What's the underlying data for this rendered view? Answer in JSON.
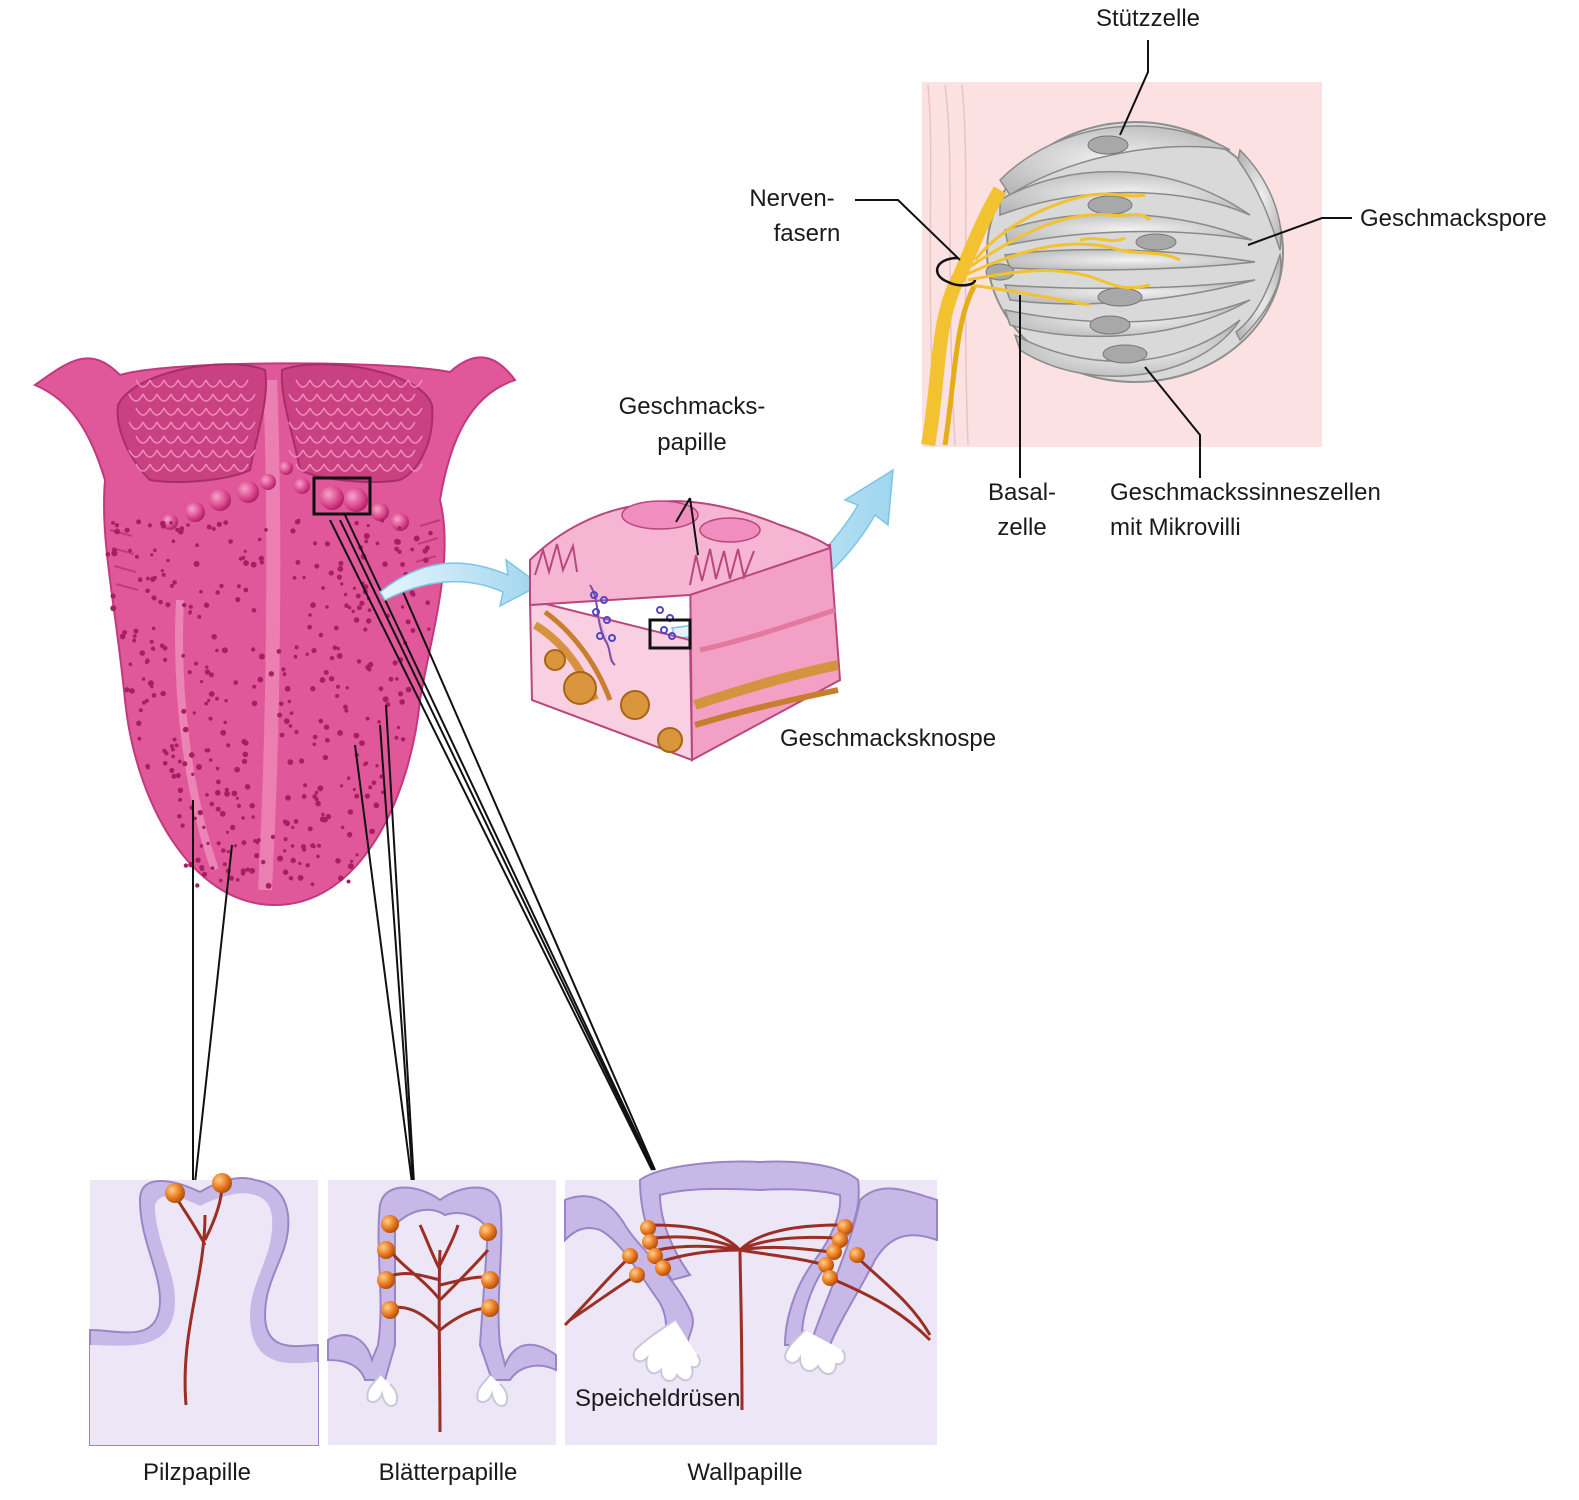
{
  "labels": {
    "stuetzzelle": "Stützzelle",
    "nervenfasern_1": "Nerven-",
    "nervenfasern_2": "fasern",
    "geschmackspore": "Geschmackspore",
    "basalzelle_1": "Basal-",
    "basalzelle_2": "zelle",
    "sinneszellen_1": "Geschmackssinneszellen",
    "sinneszellen_2": "mit Mikrovilli",
    "geschmackspapille_1": "Geschmacks-",
    "geschmackspapille_2": "papille",
    "geschmacksknospe": "Geschmacksknospe",
    "speicheldruesen": "Speicheldrüsen",
    "pilzpapille": "Pilzpapille",
    "blaetterpapille": "Blätterpapille",
    "wallpapille": "Wallpapille"
  },
  "colors": {
    "tongue": "#e0589a",
    "tongue_dark": "#c23a7c",
    "papilla_pink": "#f4b6d3",
    "lilac": "#c8b8e8",
    "lilac_bg": "#ece6f6",
    "nerve_red": "#9b2f24",
    "bud_orange": "#e8761d",
    "nerve_yellow": "#f2c230",
    "cell_gray": "#c9c9c9",
    "arrow_blue": "#a9dcf2",
    "bg_pink": "#fbe1e1"
  }
}
